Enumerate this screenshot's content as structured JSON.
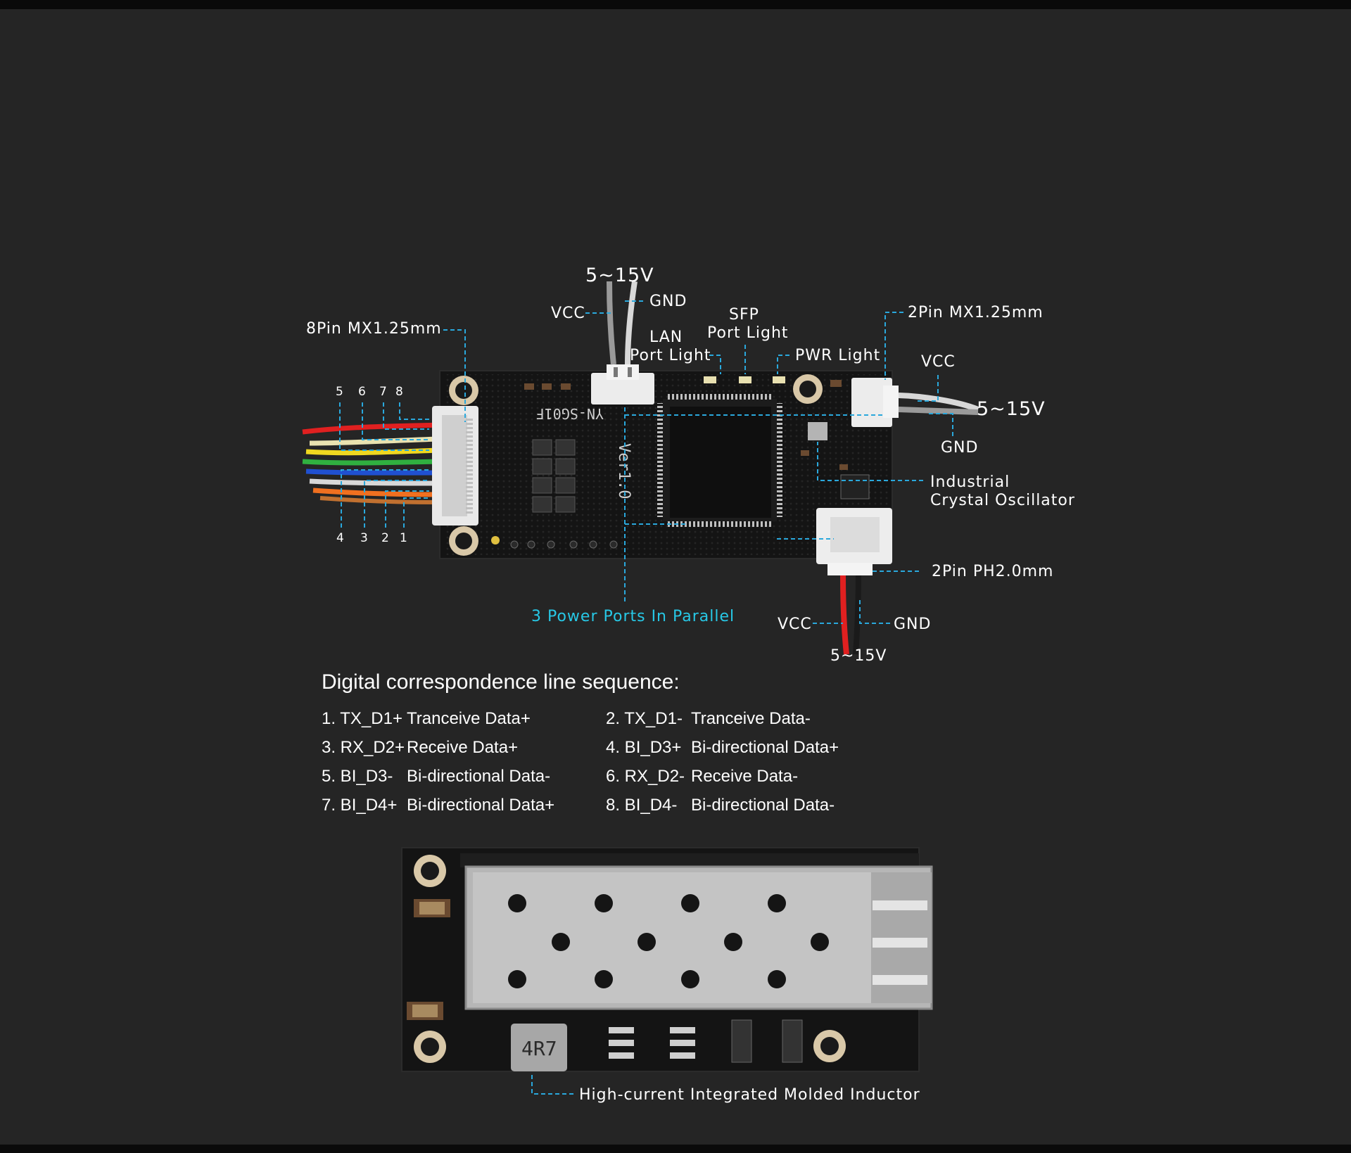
{
  "top_board": {
    "label_8pin": "8Pin MX1.25mm",
    "pins_top": [
      "5",
      "6",
      "7",
      "8"
    ],
    "pins_bottom": [
      "4",
      "3",
      "2",
      "1"
    ],
    "top_power": {
      "voltage": "5~15V",
      "vcc": "VCC",
      "gnd": "GND"
    },
    "lan_light": [
      "LAN",
      "Port Light"
    ],
    "sfp_light": [
      "SFP",
      "Port Light"
    ],
    "pwr_light": "PWR Light",
    "label_2pin_mx": "2Pin MX1.25mm",
    "right_power": {
      "voltage": "5~15V",
      "vcc": "VCC",
      "gnd": "GND"
    },
    "oscillator": [
      "Industrial",
      "Crystal Oscillator"
    ],
    "label_2pin_ph": "2Pin PH2.0mm",
    "bottom_power": {
      "voltage": "5~15V",
      "vcc": "VCC",
      "gnd": "GND"
    },
    "parallel_note": "3 Power Ports In Parallel",
    "silkscreen": {
      "model": "YN-SG01F",
      "version": "Ver1.0"
    }
  },
  "sequence": {
    "title": "Digital correspondence line sequence:",
    "rows": [
      {
        "left_code": "1. TX_D1+",
        "left_desc": "Tranceive Data+",
        "right_code": "2. TX_D1-",
        "right_desc": "Tranceive Data-"
      },
      {
        "left_code": "3. RX_D2+",
        "left_desc": "Receive Data+",
        "right_code": "4. BI_D3+",
        "right_desc": "Bi-directional Data+"
      },
      {
        "left_code": "5. BI_D3-",
        "left_desc": "Bi-directional Data-",
        "right_code": "6. RX_D2-",
        "right_desc": "Receive Data-"
      },
      {
        "left_code": "7. BI_D4+",
        "left_desc": "Bi-directional Data+",
        "right_code": "8. BI_D4-",
        "right_desc": "Bi-directional Data-"
      }
    ]
  },
  "bottom_board": {
    "inductor_marking": "4R7",
    "inductor_label": "High-current Integrated Molded Inductor"
  },
  "colors": {
    "background": "#252525",
    "leader_line": "#2aa8dc",
    "highlight_text": "#27c8e6",
    "pcb": "#141414"
  }
}
